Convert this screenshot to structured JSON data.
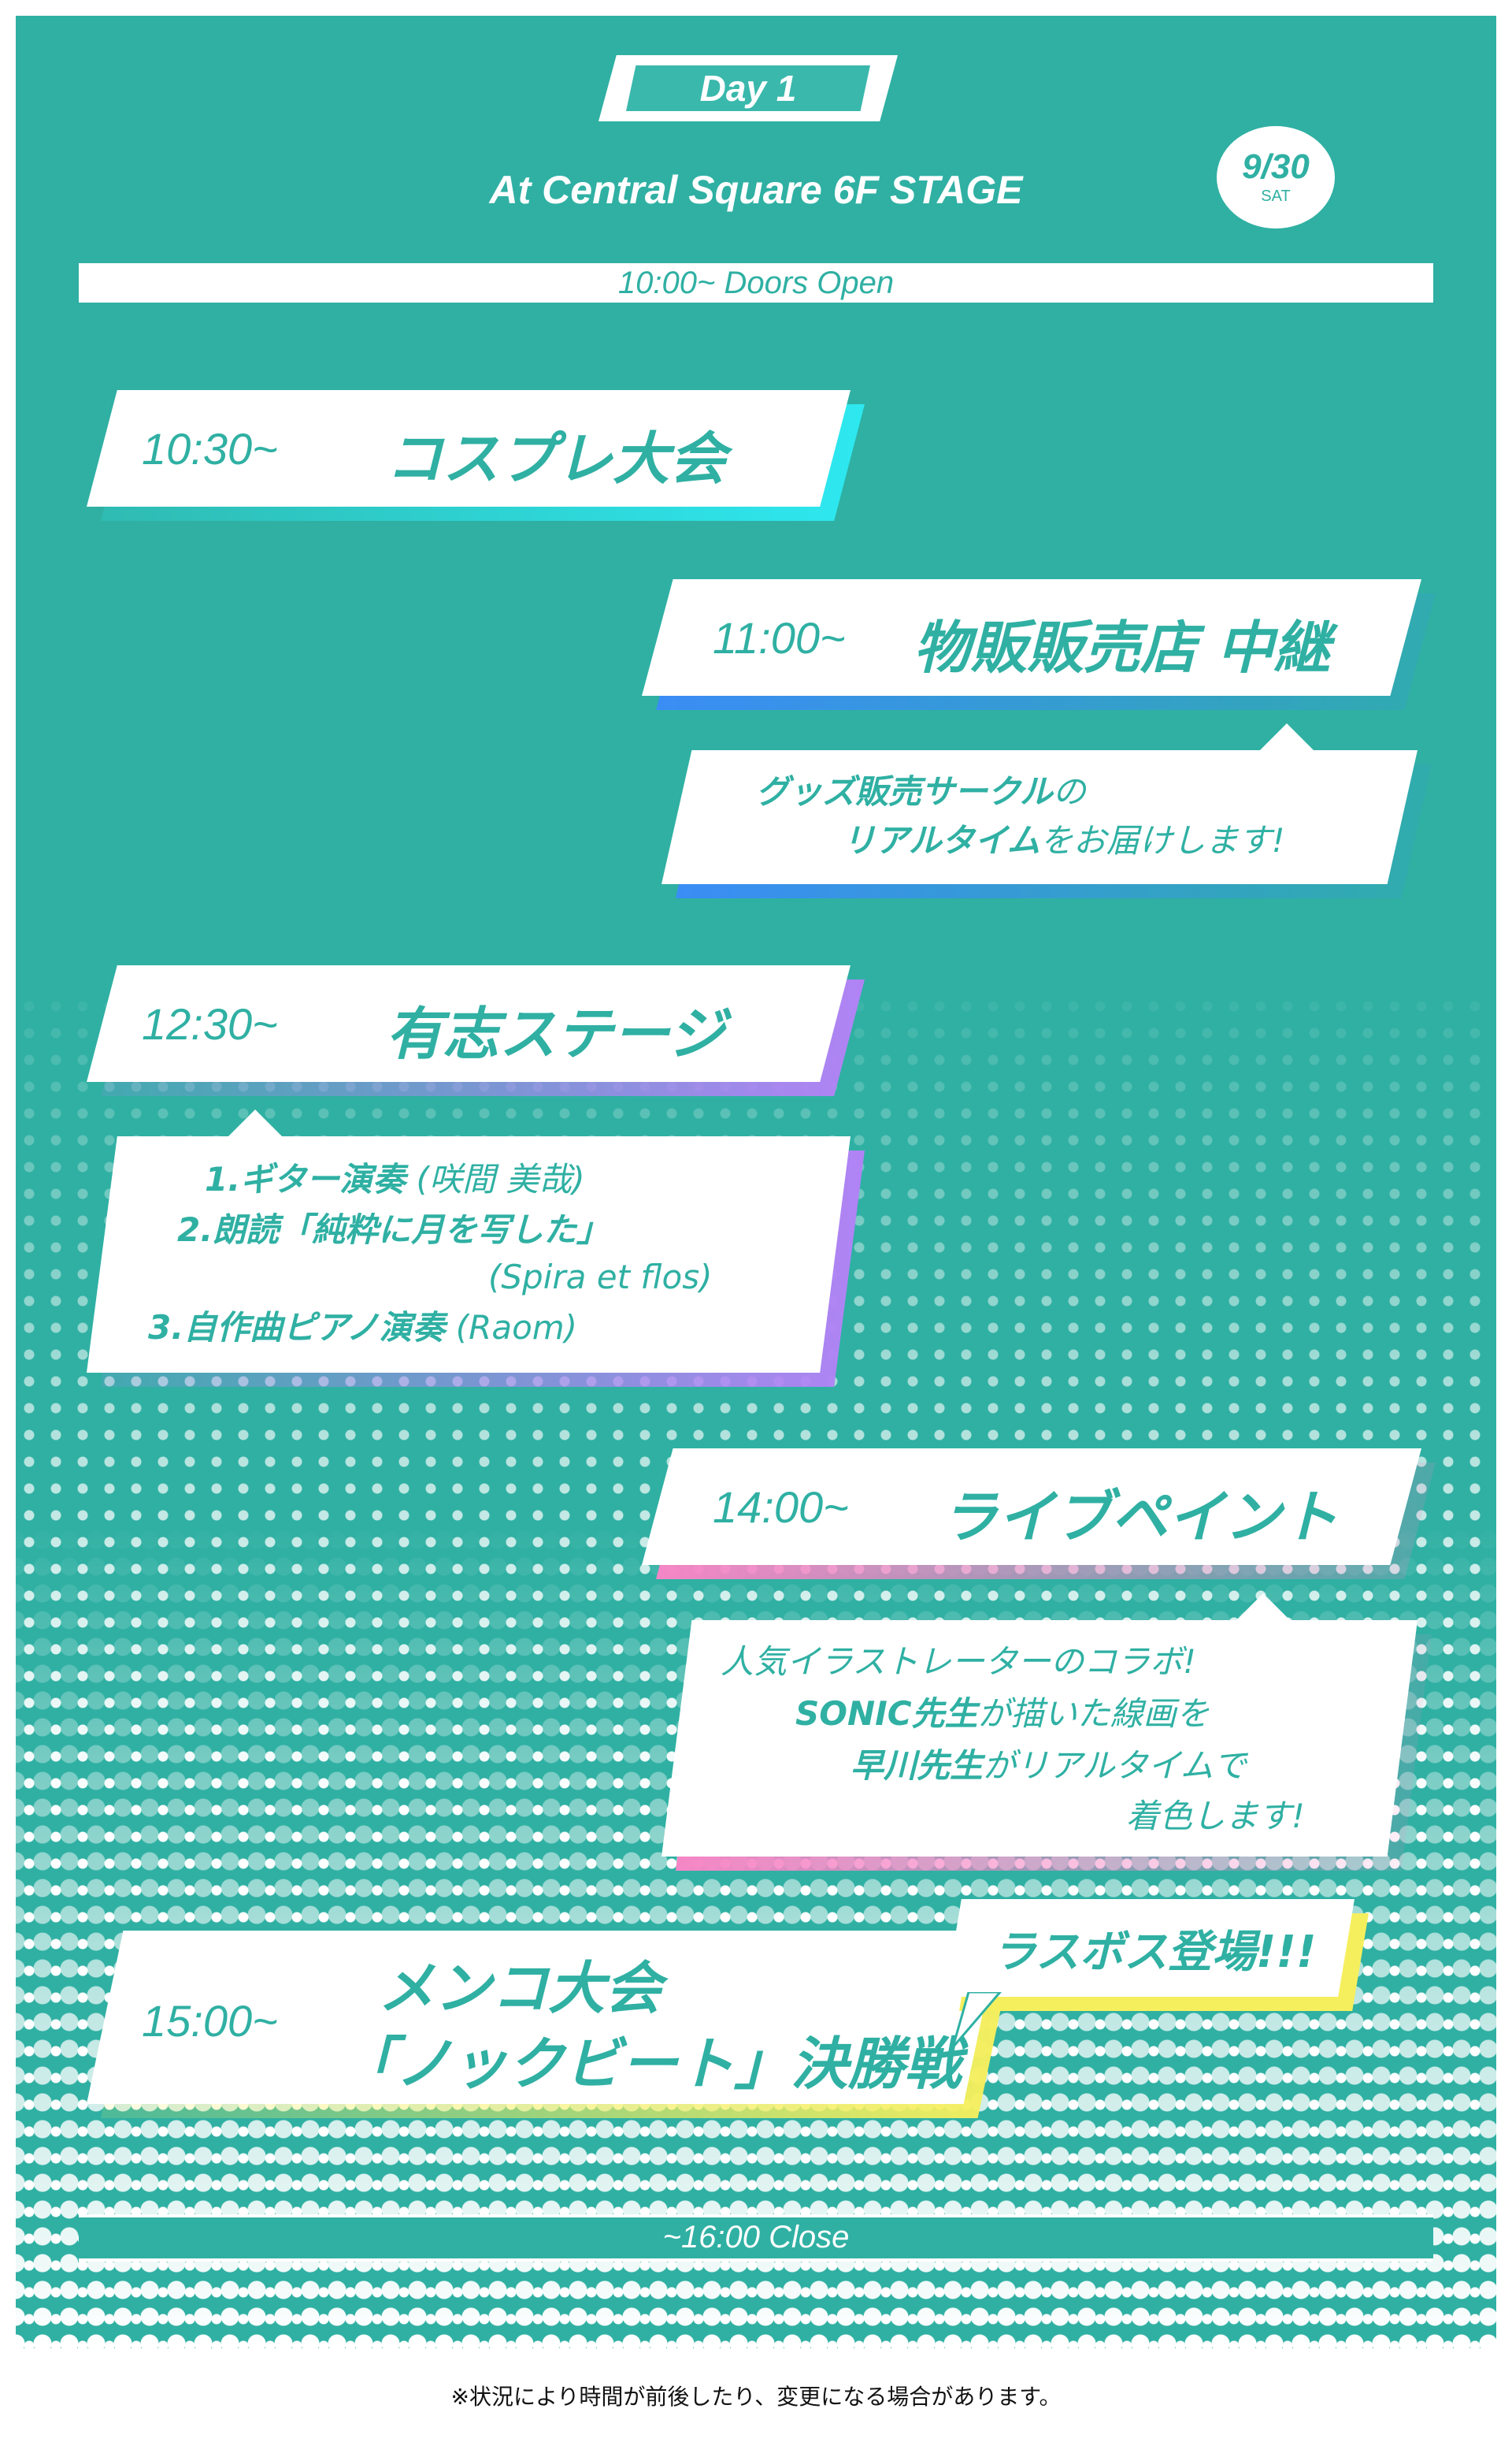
{
  "header": {
    "day_label": "Day 1",
    "venue": "At Central Square 6F STAGE",
    "date": "9/30",
    "weekday": "SAT",
    "doors_open": "10:00~ Doors Open",
    "close": "~16:00 Close"
  },
  "events": [
    {
      "time": "10:30~",
      "title": "コスプレ大会",
      "accent": "#2ee8f0"
    },
    {
      "time": "11:00~",
      "title": "物販販売店 中継",
      "accent": "#3a8df5",
      "desc_lines": [
        {
          "bold": "グッズ販売サークル",
          "rest": "の"
        },
        {
          "bold": "リアルタイム",
          "rest": "をお届けします!"
        }
      ]
    },
    {
      "time": "12:30~",
      "title": "有志ステージ",
      "accent": "#b183f5",
      "desc_lines": [
        {
          "bold": "1.ギター演奏",
          "rest": " (咲間 美哉)"
        },
        {
          "bold": "2.朗読「純粋に月を写した」",
          "rest": ""
        },
        {
          "bold": "",
          "rest": "(Spira et flos)"
        },
        {
          "bold": "3.自作曲ピアノ演奏",
          "rest": " (Raom)"
        }
      ]
    },
    {
      "time": "14:00~",
      "title": "ライブペイント",
      "accent": "#f586c5",
      "desc_lines": [
        {
          "bold": "",
          "rest": "人気イラストレーターのコラボ!"
        },
        {
          "bold": "SONIC先生",
          "rest": "が描いた線画を"
        },
        {
          "bold": "早川先生",
          "rest": "がリアルタイムで"
        },
        {
          "bold": "",
          "rest": "着色します!"
        }
      ]
    },
    {
      "time": "15:00~",
      "title_line1": "メンコ大会",
      "title_line2": "「ノックビート」決勝戦",
      "accent": "#f5ef5e",
      "callout": "ラスボス登場!!!"
    }
  ],
  "footnote": "※状況により時間が前後したり、変更になる場合があります。"
}
